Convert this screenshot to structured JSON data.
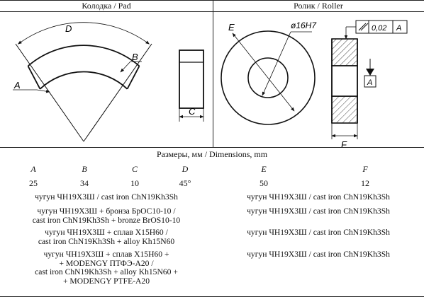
{
  "header": {
    "pad": "Колодка / Pad",
    "roller": "Ролик / Roller"
  },
  "drawing": {
    "pad_labels": {
      "d": "D",
      "a": "A",
      "b": "B",
      "c": "C"
    },
    "roller_labels": {
      "e": "E",
      "bore": "ø16H7",
      "f": "F",
      "tol": "0,02",
      "datum": "A",
      "datum_ref": "A"
    }
  },
  "caption": "Размеры, мм / Dimensions, mm",
  "dimensions": {
    "headers": [
      "A",
      "B",
      "C",
      "D",
      "E",
      "F"
    ],
    "values": [
      "25",
      "34",
      "10",
      "45°",
      "50",
      "12"
    ]
  },
  "materials": [
    {
      "pad": [
        "чугун ЧН19Х3Ш / cast iron ChN19Kh3Sh"
      ],
      "roller": [
        "чугун ЧН19Х3Ш / cast iron ChN19Kh3Sh"
      ]
    },
    {
      "pad": [
        "чугун ЧН19Х3Ш  + бронза БрОС10-10 /",
        "cast iron ChN19Kh3Sh  + bronze BrOS10-10"
      ],
      "roller": [
        "чугун ЧН19Х3Ш / cast iron ChN19Kh3Sh"
      ]
    },
    {
      "pad": [
        "чугун ЧН19Х3Ш  + сплав Х15Н60 /",
        "cast iron ChN19Kh3Sh  + alloy Kh15N60"
      ],
      "roller": [
        "чугун ЧН19Х3Ш / cast iron ChN19Kh3Sh"
      ]
    },
    {
      "pad": [
        "чугун ЧН19Х3Ш + сплав Х15Н60 +",
        "+ MODENGY ПТФЭ-А20 /",
        "cast iron ChN19Kh3Sh + alloy Kh15N60 +",
        "+ MODENGY PTFE-A20"
      ],
      "roller": [
        "чугун ЧН19Х3Ш / cast iron ChN19Kh3Sh"
      ]
    }
  ]
}
